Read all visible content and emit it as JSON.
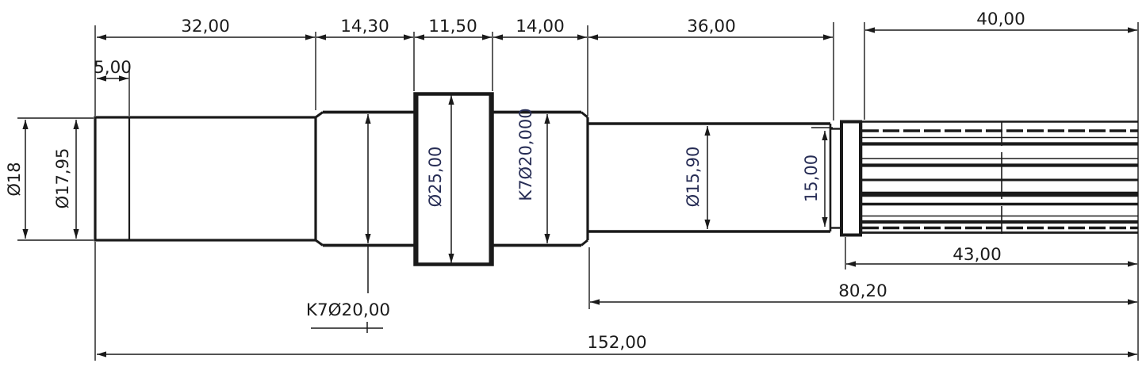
{
  "drawing": {
    "type": "technical-shaft-drawing",
    "colors": {
      "background": "#ffffff",
      "line": "#1a1a1a",
      "text": "#1b1b1b",
      "dia_text": "#272d55"
    },
    "dims": {
      "top": {
        "len5": "5,00",
        "len32": "32,00",
        "len14_3": "14,30",
        "len11_5": "11,50",
        "len14": "14,00",
        "len36": "36,00",
        "len40": "40,00"
      },
      "bottom": {
        "seat_label": "K7Ø20,00",
        "len43": "43,00",
        "len80_2": "80,20",
        "len152": "152,00"
      },
      "diameters": {
        "d18": "Ø18",
        "d17_95": "Ø17,95",
        "d25": "Ø25,00",
        "k7d20": "K7Ø20,000",
        "d15_9": "Ø15,90",
        "w15": "15,00"
      }
    }
  }
}
